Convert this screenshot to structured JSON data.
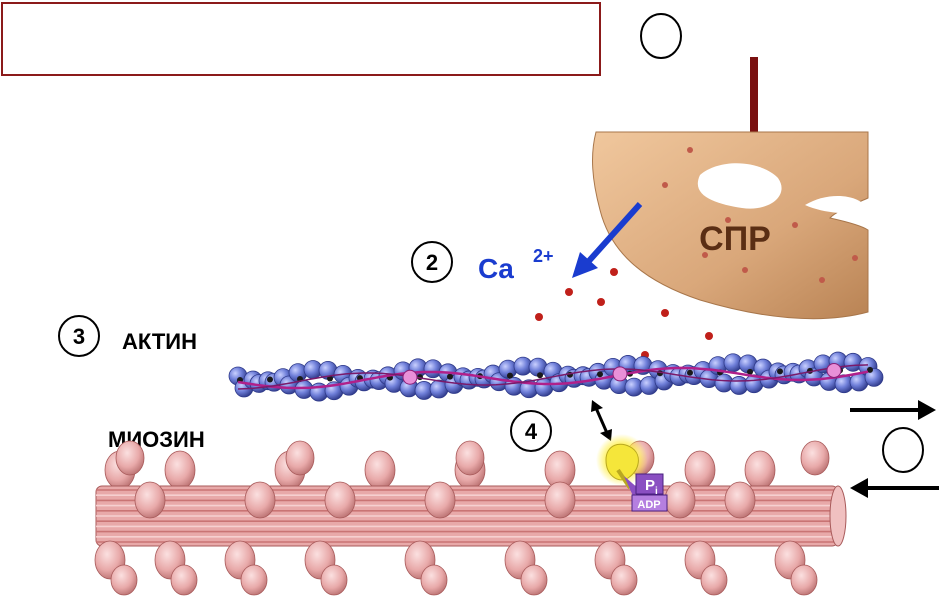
{
  "diagram": {
    "labels": {
      "spr": "СПР",
      "calcium": "Ca",
      "calcium_charge": "2+",
      "actin": "АКТИН",
      "myosin": "МИОЗИН",
      "phosphate": "P",
      "phosphate_sub": "i",
      "adp": "ADP"
    },
    "step_markers": [
      "",
      "2",
      "3",
      "4",
      ""
    ],
    "colors": {
      "title_border": "#8b1a1a",
      "arrow_dark_red": "#7a1010",
      "calcium_blue": "#1a3ccf",
      "spr_tan": "#d9a77a",
      "spr_text": "#5a2e14",
      "actin_blue": "#6f7fd9",
      "actin_strand": "#b0208a",
      "myosin_pink": "#e8a9a9",
      "myosin_stripe": "#c97474",
      "head_yellow": "#f5e63a",
      "adp_purple": "#8a4fc2"
    }
  }
}
